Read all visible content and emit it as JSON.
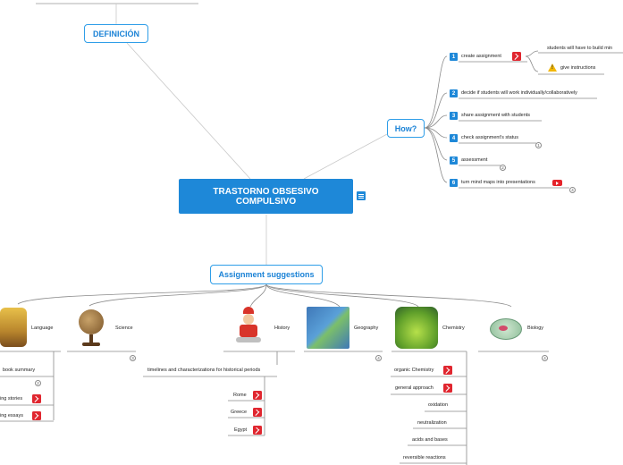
{
  "central": {
    "title": "TRASTORNO OBSESIVO COMPULSIVO"
  },
  "definicion": {
    "label": "DEFINICIÓN"
  },
  "how": {
    "label": "How?",
    "steps": [
      {
        "num": "1",
        "label": "create assignment"
      },
      {
        "num": "2",
        "label": "decide if students will work individually/collaboratively"
      },
      {
        "num": "3",
        "label": "share assignment with students"
      },
      {
        "num": "4",
        "label": "check assignment's status",
        "count": "1"
      },
      {
        "num": "5",
        "label": "assessment",
        "count": "2"
      },
      {
        "num": "6",
        "label": "turn mind maps into presentations",
        "count": "4"
      }
    ],
    "sub": {
      "build": "students will have to build min",
      "instructions": "give instructions"
    }
  },
  "assignment": {
    "label": "Assignment suggestions",
    "subjects": {
      "language": {
        "label": "Language",
        "count": "2"
      },
      "science": {
        "label": "Science",
        "count": "3"
      },
      "history": {
        "label": "History"
      },
      "geography": {
        "label": "Geography",
        "count": "4"
      },
      "chemistry": {
        "label": "Chemistry"
      },
      "biology": {
        "label": "Biology",
        "count": "4"
      }
    },
    "language_items": [
      "book summary",
      "ing stories",
      "ing essays"
    ],
    "history_items": {
      "header": "timelines and characterizations for historical periods",
      "items": [
        "Rome",
        "Greece",
        "Egypt"
      ]
    },
    "chemistry_items": [
      "organic Chemistry",
      "general approach",
      "oxidation",
      "neutralization",
      "acids and bases",
      "reversible reactions"
    ]
  },
  "icons": {
    "connector": "red-connector-icon",
    "warning": "warning-icon",
    "video": "youtube-icon",
    "note": "note-icon"
  },
  "colors": {
    "accent": "#1e88d8",
    "red": "#e0262f"
  }
}
